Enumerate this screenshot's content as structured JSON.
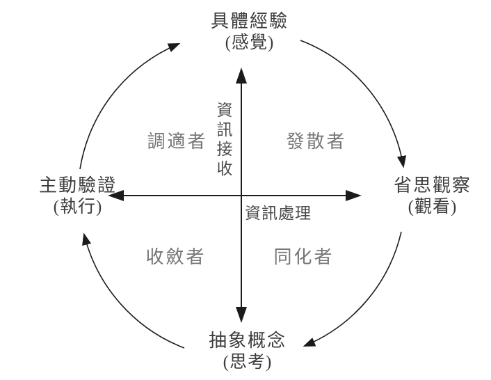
{
  "diagram": {
    "nodes": {
      "top": {
        "label": "具體經驗",
        "sublabel": "(感覺)"
      },
      "right": {
        "label": "省思觀察",
        "sublabel": "(觀看)"
      },
      "bottom": {
        "label": "抽象概念",
        "sublabel": "(思考)"
      },
      "left": {
        "label": "主動驗證",
        "sublabel": "(執行)"
      }
    },
    "axes": {
      "vertical_label": "資訊接收",
      "horizontal_label": "資訊處理"
    },
    "quadrants": {
      "top_left": "調適者",
      "top_right": "發散者",
      "bottom_left": "收斂者",
      "bottom_right": "同化者"
    },
    "colors": {
      "background": "#ffffff",
      "line": "#1b1b1b",
      "node_text": "#3d3d3d",
      "quadrant_text": "#767676",
      "axis_text": "#4a4a4a"
    }
  }
}
